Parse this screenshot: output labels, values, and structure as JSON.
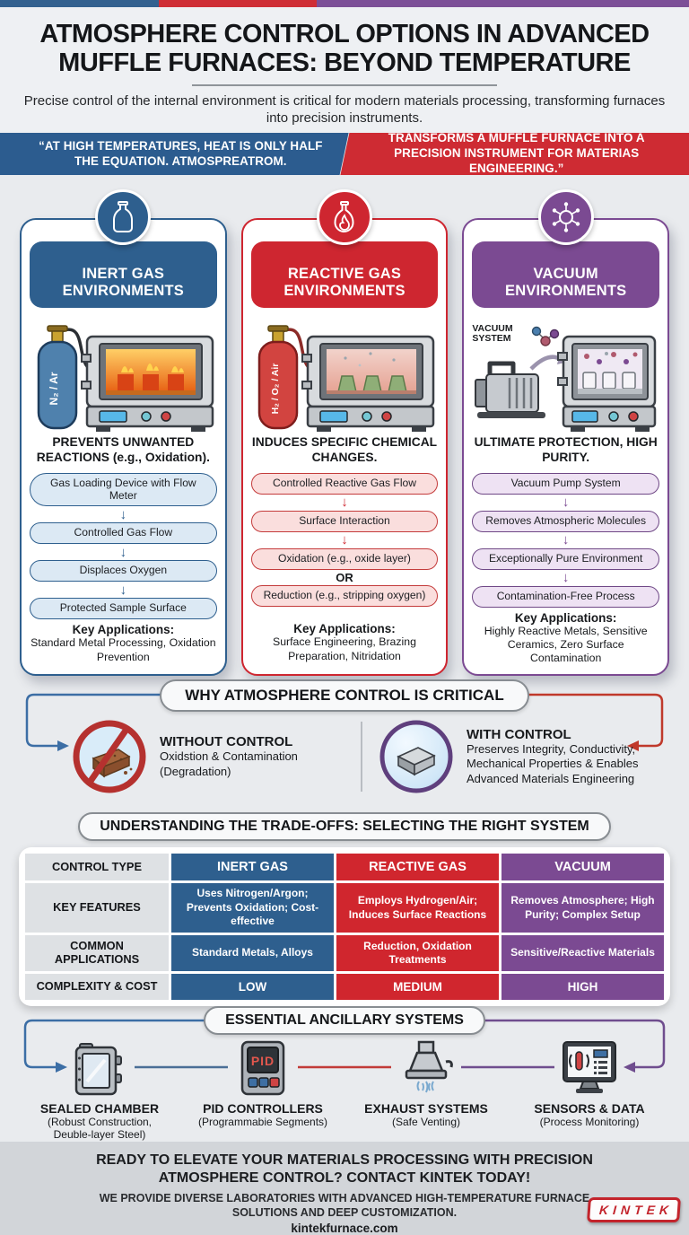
{
  "colors": {
    "blue": "#2e5f8e",
    "red": "#ce2630",
    "purple": "#7b4a92",
    "table_red": "#d0262e"
  },
  "header": {
    "title": "ATMOSPHERE CONTROL OPTIONS IN ADVANCED MUFFLE FURNACES: BEYOND TEMPERATURE",
    "subtitle": "Precise control of the internal environment is critical for modern materials processing, transforming furnaces into precision instruments."
  },
  "quote_banner": {
    "left": "“AT HIGH TEMPERATURES, HEAT IS ONLY HALF THE EQUATION. ATMOSPREATROM.",
    "right": "TRANSFORMS A MUFFLE FURNACE INTO A PRECISION INSTRUMENT FOR MATERIAS ENGINEERING.”"
  },
  "cards": [
    {
      "title": "INERT GAS ENVIRONMENTS",
      "icon": "bottle-icon",
      "cylinder_label": "N₂ / Ar",
      "caption": "PREVENTS UNWANTED REACTIONS (e.g., Oxidation).",
      "steps": [
        "Gas Loading Device with Flow Meter",
        "Controlled Gas Flow",
        "Displaces Oxygen",
        "Protected Sample Surface"
      ],
      "key_applications_label": "Key Applications:",
      "key_applications": "Standard Metal Processing, Oxidation Prevention"
    },
    {
      "title": "REACTIVE GAS ENVIRONMENTS",
      "icon": "flask-flame-icon",
      "cylinder_label": "H₂ / O₂ / Air",
      "caption": "INDUCES SPECIFIC CHEMICAL CHANGES.",
      "steps": [
        "Controlled Reactive Gas Flow",
        "Surface Interaction",
        "Oxidation (e.g., oxide layer)"
      ],
      "or_label": "OR",
      "step_alt": "Reduction (e.g., stripping oxygen)",
      "key_applications_label": "Key Applications:",
      "key_applications": "Surface Engineering, Brazing Preparation, Nitridation"
    },
    {
      "title": "VACUUM ENVIRONMENTS",
      "icon": "molecule-icon",
      "illustration_label": "VACUUM SYSTEM",
      "caption": "ULTIMATE PROTECTION, HIGH PURITY.",
      "steps": [
        "Vacuum Pump System",
        "Removes Atmospheric Molecules",
        "Exceptionally Pure Environment",
        "Contamination-Free Process"
      ],
      "key_applications_label": "Key Applications:",
      "key_applications": "Highly Reactive Metals, Sensitive Ceramics, Zero Surface Contamination"
    }
  ],
  "why": {
    "heading": "WHY ATMOSPHERE CONTROL IS CRITICAL",
    "without": {
      "title": "WITHOUT CONTROL",
      "desc": "Oxidstion & Contamination (Degradation)"
    },
    "with": {
      "title": "WITH CONTROL",
      "desc": "Preserves Integrity, Conductivity, Mechanical Properties & Enables Advanced Materials Engineering"
    }
  },
  "tradeoffs": {
    "heading": "UNDERSTANDING THE TRADE-OFFS: SELECTING THE RIGHT SYSTEM",
    "table": {
      "row_labels": [
        "CONTROL TYPE",
        "KEY FEATURES",
        "COMMON APPLICATIONS",
        "COMPLEXITY & COST"
      ],
      "columns": [
        {
          "name": "INERT GAS",
          "features": "Uses Nitrogen/Argon; Prevents Oxidation; Cost-effective",
          "applications": "Standard Metals, Alloys",
          "complexity": "LOW"
        },
        {
          "name": "REACTIVE GAS",
          "features": "Employs Hydrogen/Air; Induces Surface Reactions",
          "applications": "Reduction, Oxidation Treatments",
          "complexity": "MEDIUM"
        },
        {
          "name": "VACUUM",
          "features": "Removes Atmosphere; High Purity; Complex Setup",
          "applications": "Sensitive/Reactive Materials",
          "complexity": "HIGH"
        }
      ]
    }
  },
  "ancillary": {
    "heading": "ESSENTIAL ANCILLARY SYSTEMS",
    "pid_display": "PID",
    "items": [
      {
        "title": "SEALED CHAMBER",
        "desc": "(Robust Construction, Deuble-layer Steel)"
      },
      {
        "title": "PID CONTROLLERS",
        "desc": "(Programmabie Segments)"
      },
      {
        "title": "EXHAUST SYSTEMS",
        "desc": "(Safe Venting)"
      },
      {
        "title": "SENSORS & DATA",
        "desc": "(Process Monitoring)"
      }
    ]
  },
  "footer": {
    "heading": "READY TO ELEVATE YOUR MATERIALS PROCESSING WITH PRECISION ATMOSPHERE CONTROL? CONTACT KINTEK TODAY!",
    "body": "WE PROVIDE DIVERSE LABORATORIES WITH ADVANCED HIGH-TEMPERATURE FURNACE SOLUTIONS AND DEEP CUSTOMIZATION.",
    "url": "kintekfurnace.com",
    "logo": "KINTEK"
  }
}
